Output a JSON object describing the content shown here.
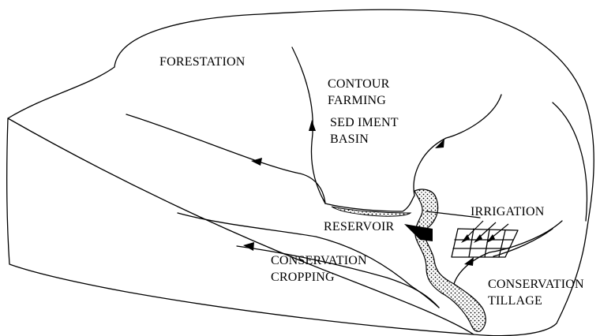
{
  "labels": {
    "forestation": "FORESTATION",
    "contour_farming": [
      "CONTOUR",
      "FARMING"
    ],
    "sediment_basin": [
      "SED IMENT",
      "BASIN"
    ],
    "irrigation": "IRRIGATION",
    "reservoir": "RESERVOIR",
    "conservation_cropping": [
      "CONSERVATION",
      "CROPPING"
    ],
    "conservation_tillage": [
      "CONSERVATION",
      "TILLAGE"
    ]
  },
  "colors": {
    "line": "#000000",
    "background": "#ffffff"
  }
}
